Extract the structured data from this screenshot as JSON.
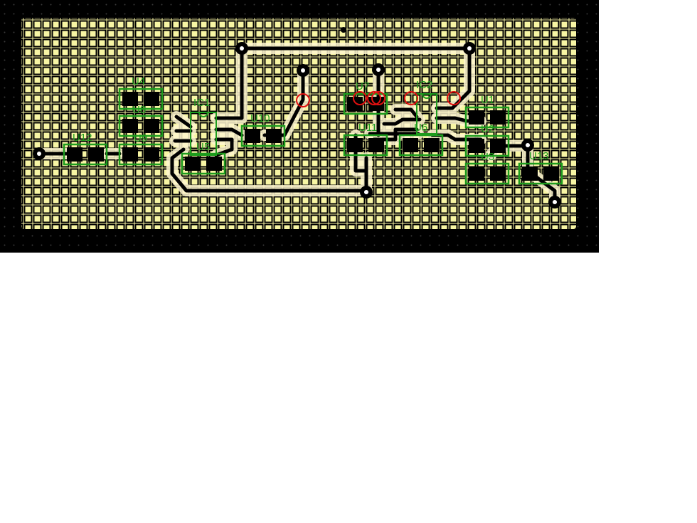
{
  "labels": {
    "U1": "U1",
    "U2": "U2",
    "U3": "U3",
    "U4": "U4",
    "U5": "U5",
    "U6": "U6",
    "U7": "U7",
    "U8": "U8",
    "U9": "U9",
    "U10": "U10",
    "U11": "U11",
    "U12": "U12",
    "U13": "U13",
    "IC1": "IC1",
    "IC2": "IC2"
  },
  "colors": {
    "background": "#000000",
    "board": "#f7f5a4",
    "trace": "#000000",
    "silkscreen": "#1d9c1d",
    "drc_marker": "#e01010"
  }
}
